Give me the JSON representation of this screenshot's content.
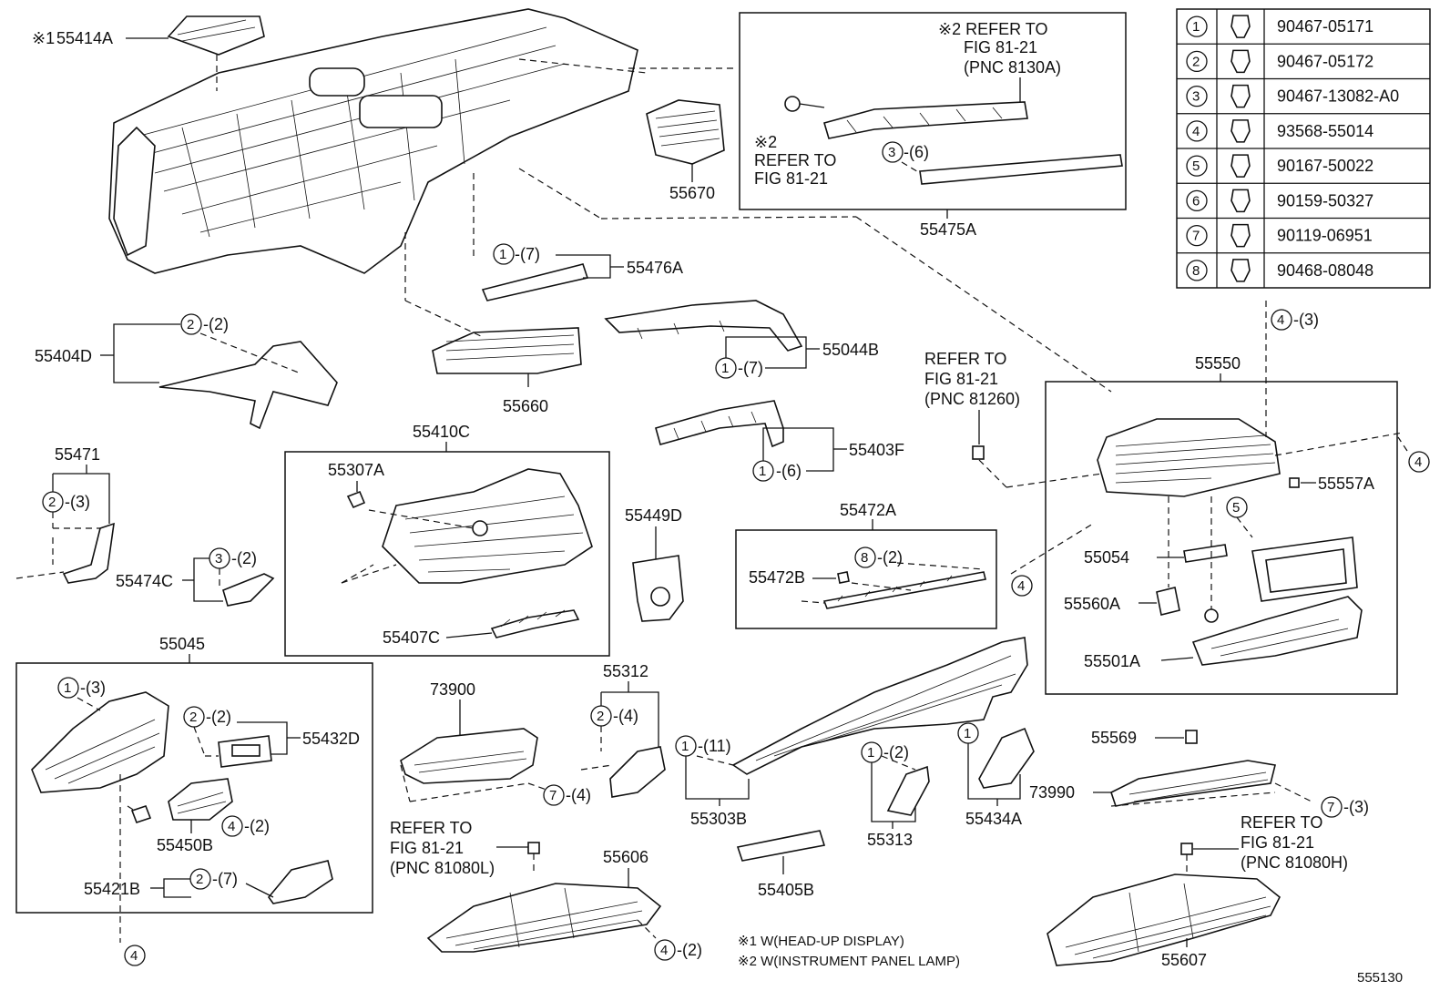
{
  "diagram_id": "555130",
  "legend_table": [
    {
      "num": "1",
      "part": "90467-05171"
    },
    {
      "num": "2",
      "part": "90467-05172"
    },
    {
      "num": "3",
      "part": "90467-13082-A0"
    },
    {
      "num": "4",
      "part": "93568-55014"
    },
    {
      "num": "5",
      "part": "90167-50022"
    },
    {
      "num": "6",
      "part": "90159-50327"
    },
    {
      "num": "7",
      "part": "90119-06951"
    },
    {
      "num": "8",
      "part": "90468-08048"
    }
  ],
  "parts": {
    "p55414A": "55414A",
    "p55670": "55670",
    "p55475A": "55475A",
    "p55476A": "55476A",
    "p55404D": "55404D",
    "p55660": "55660",
    "p55044B": "55044B",
    "p55550": "55550",
    "p55410C": "55410C",
    "p55307A": "55307A",
    "p55407C": "55407C",
    "p55471": "55471",
    "p55474C": "55474C",
    "p55403F": "55403F",
    "p55449D": "55449D",
    "p55472A": "55472A",
    "p55472B": "55472B",
    "p55557A": "55557A",
    "p55054": "55054",
    "p55560A": "55560A",
    "p55501A": "55501A",
    "p55045": "55045",
    "p55432D": "55432D",
    "p55450B": "55450B",
    "p55421B": "55421B",
    "p73900": "73900",
    "p55312": "55312",
    "p55303B": "55303B",
    "p55313": "55313",
    "p55434A": "55434A",
    "p55569": "55569",
    "p73990": "73990",
    "p55606": "55606",
    "p55405B": "55405B",
    "p55607": "55607"
  },
  "qty": {
    "q_55476A": "-(7)",
    "q_55404D": "-(2)",
    "q_55044B": "-(7)",
    "q_55403F": "-(6)",
    "q_55471": "-(3)",
    "q_55474C": "-(2)",
    "q_55472A": "-(2)",
    "q_55475A": "-(6)",
    "q_top4": "-(3)",
    "q_55045a": "-(3)",
    "q_55432D": "-(2)",
    "q_55450B": "-(2)",
    "q_55421B": "-(7)",
    "q_73900": "-(4)",
    "q_55312": "-(4)",
    "q_55303B": "-(11)",
    "q_55313": "-(2)",
    "q_73990": "-(3)",
    "q_55606": "-(2)"
  },
  "refs": {
    "ref_top_a": "※2 REFER TO",
    "ref_top_b": "FIG 81-21",
    "ref_top_c": "(PNC 8130A)",
    "ref_left_a": "※2",
    "ref_left_b": "REFER TO",
    "ref_left_c": "FIG 81-21",
    "ref_mid_a": "REFER TO",
    "ref_mid_b": "FIG 81-21",
    "ref_mid_c": "(PNC 81260)",
    "ref_bl_a": "REFER TO",
    "ref_bl_b": "FIG 81-21",
    "ref_bl_c": "(PNC 81080L)",
    "ref_br_a": "REFER TO",
    "ref_br_b": "FIG 81-21",
    "ref_br_c": "(PNC 81080H)"
  },
  "notes": {
    "note1": "※1 W(HEAD-UP DISPLAY)",
    "note2": "※2 W(INSTRUMENT PANEL LAMP)",
    "mark1": "※1"
  }
}
